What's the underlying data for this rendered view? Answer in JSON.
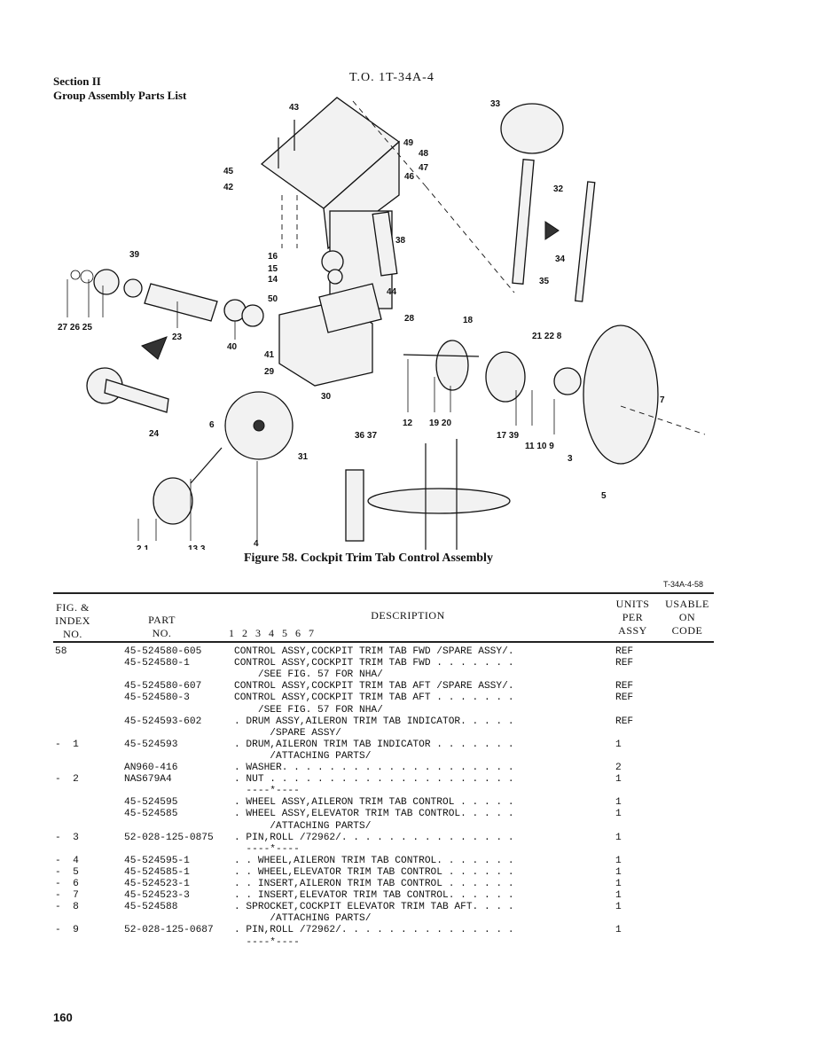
{
  "header": {
    "section": "Section II",
    "subtitle": "Group Assembly Parts List",
    "to_number": "T.O. 1T-34A-4"
  },
  "figure": {
    "caption": "Figure 58. Cockpit Trim Tab Control Assembly",
    "id": "T-34A-4-58",
    "callouts": [
      "1",
      "2",
      "3",
      "4",
      "5",
      "6",
      "7",
      "8",
      "9",
      "10",
      "11",
      "12",
      "13",
      "14",
      "15",
      "16",
      "17",
      "18",
      "19",
      "20",
      "21",
      "22",
      "23",
      "24",
      "25",
      "26",
      "27",
      "28",
      "29",
      "30",
      "31",
      "32",
      "33",
      "34",
      "35",
      "36",
      "37",
      "38",
      "39",
      "40",
      "41",
      "42",
      "43",
      "44",
      "45",
      "46",
      "47",
      "48",
      "49",
      "50"
    ]
  },
  "table": {
    "headers": {
      "fig_index": [
        "FIG. &",
        "INDEX",
        "NO."
      ],
      "part_no": [
        "PART",
        "NO."
      ],
      "description": "DESCRIPTION",
      "indent_levels": "1 2 3 4 5 6 7",
      "units": [
        "UNITS",
        "PER",
        "ASSY"
      ],
      "usable": [
        "USABLE",
        "ON",
        "CODE"
      ]
    },
    "rows": [
      {
        "idx": "58",
        "part": "45-524580-605",
        "desc": "CONTROL ASSY,COCKPIT TRIM TAB FWD /SPARE ASSY/.",
        "units": "REF"
      },
      {
        "idx": "",
        "part": "45-524580-1",
        "desc": "CONTROL ASSY,COCKPIT TRIM TAB FWD . . . . . . .",
        "units": "REF"
      },
      {
        "idx": "",
        "part": "",
        "desc": "    /SEE FIG. 57 FOR NHA/",
        "units": ""
      },
      {
        "idx": "",
        "part": "45-524580-607",
        "desc": "CONTROL ASSY,COCKPIT TRIM TAB AFT /SPARE ASSY/.",
        "units": "REF"
      },
      {
        "idx": "",
        "part": "45-524580-3",
        "desc": "CONTROL ASSY,COCKPIT TRIM TAB AFT . . . . . . .",
        "units": "REF"
      },
      {
        "idx": "",
        "part": "",
        "desc": "    /SEE FIG. 57 FOR NHA/",
        "units": ""
      },
      {
        "idx": "",
        "part": "45-524593-602",
        "desc": ". DRUM ASSY,AILERON TRIM TAB INDICATOR. . . . .",
        "units": "REF"
      },
      {
        "idx": "",
        "part": "",
        "desc": "      /SPARE ASSY/",
        "units": ""
      },
      {
        "idx": "-  1",
        "part": "45-524593",
        "desc": ". DRUM,AILERON TRIM TAB INDICATOR . . . . . . .",
        "units": "1"
      },
      {
        "idx": "",
        "part": "",
        "desc": "      /ATTACHING PARTS/",
        "units": ""
      },
      {
        "idx": "",
        "part": "AN960-416",
        "desc": ". WASHER. . . . . . . . . . . . . . . . . . . .",
        "units": "2"
      },
      {
        "idx": "-  2",
        "part": "NAS679A4",
        "desc": ". NUT . . . . . . . . . . . . . . . . . . . . .",
        "units": "1"
      },
      {
        "idx": "",
        "part": "",
        "desc": "  ----*----",
        "units": ""
      },
      {
        "idx": "",
        "part": "45-524595",
        "desc": ". WHEEL ASSY,AILERON TRIM TAB CONTROL . . . . .",
        "units": "1"
      },
      {
        "idx": "",
        "part": "45-524585",
        "desc": ". WHEEL ASSY,ELEVATOR TRIM TAB CONTROL. . . . .",
        "units": "1"
      },
      {
        "idx": "",
        "part": "",
        "desc": "      /ATTACHING PARTS/",
        "units": ""
      },
      {
        "idx": "-  3",
        "part": "52-028-125-0875",
        "desc": ". PIN,ROLL /72962/. . . . . . . . . . . . . . .",
        "units": "1"
      },
      {
        "idx": "",
        "part": "",
        "desc": "  ----*----",
        "units": ""
      },
      {
        "idx": "-  4",
        "part": "45-524595-1",
        "desc": ". . WHEEL,AILERON TRIM TAB CONTROL. . . . . . .",
        "units": "1"
      },
      {
        "idx": "-  5",
        "part": "45-524585-1",
        "desc": ". . WHEEL,ELEVATOR TRIM TAB CONTROL . . . . . .",
        "units": "1"
      },
      {
        "idx": "-  6",
        "part": "45-524523-1",
        "desc": ". . INSERT,AILERON TRIM TAB CONTROL . . . . . .",
        "units": "1"
      },
      {
        "idx": "-  7",
        "part": "45-524523-3",
        "desc": ". . INSERT,ELEVATOR TRIM TAB CONTROL. . . . . .",
        "units": "1"
      },
      {
        "idx": "-  8",
        "part": "45-524588",
        "desc": ". SPROCKET,COCKPIT ELEVATOR TRIM TAB AFT. . . .",
        "units": "1"
      },
      {
        "idx": "",
        "part": "",
        "desc": "      /ATTACHING PARTS/",
        "units": ""
      },
      {
        "idx": "-  9",
        "part": "52-028-125-0687",
        "desc": ". PIN,ROLL /72962/. . . . . . . . . . . . . . .",
        "units": "1"
      },
      {
        "idx": "",
        "part": "",
        "desc": "  ----*----",
        "units": ""
      }
    ]
  },
  "footer": {
    "page_number": "160"
  }
}
